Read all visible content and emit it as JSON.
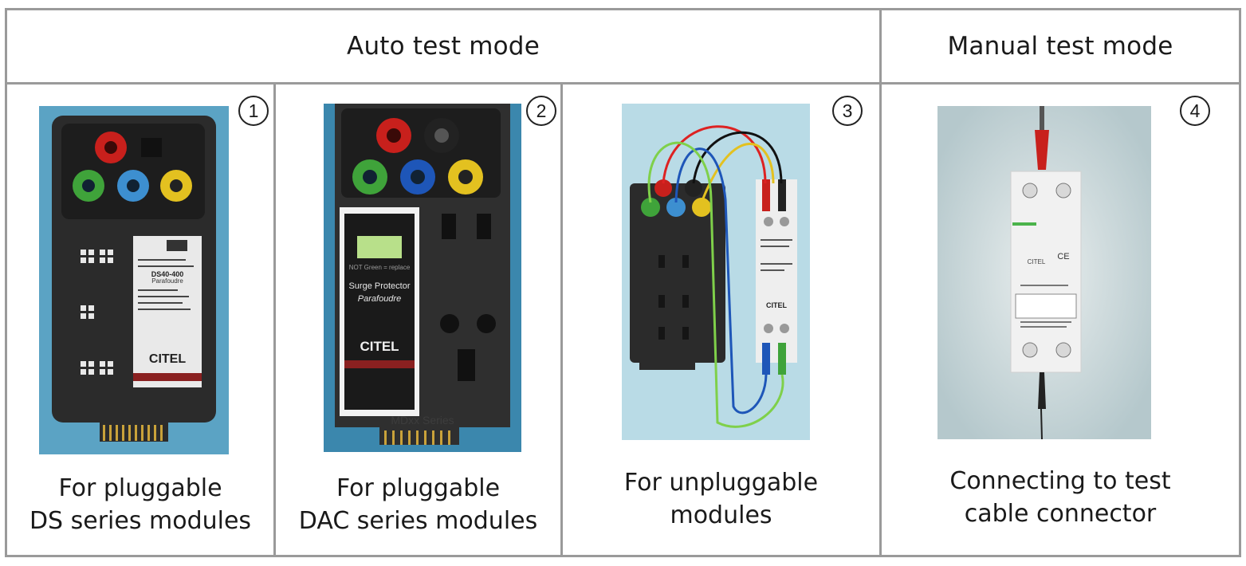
{
  "header": {
    "auto_label": "Auto test mode",
    "manual_label": "Manual test mode"
  },
  "cells": [
    {
      "number": "1",
      "caption_line1": "For pluggable",
      "caption_line2": "DS series modules",
      "device": {
        "label_model": "DS40-400",
        "label_text1": "Parafoudre",
        "label_brand": "CITEL"
      }
    },
    {
      "number": "2",
      "caption_line1": "For pluggable",
      "caption_line2": "DAC series modules",
      "device": {
        "label_line1": "Surge Protector",
        "label_line2": "Parafoudre",
        "label_brand": "CITEL",
        "label_note": "NOT Green = replace",
        "base_text": "MDxx Series"
      }
    },
    {
      "number": "3",
      "caption_line1": "For unpluggable",
      "caption_line2": "modules",
      "device": {
        "label_brand": "CITEL"
      }
    },
    {
      "number": "4",
      "caption_line1": "Connecting to test",
      "caption_line2": "cable connector",
      "device": {
        "label_brand": "CITEL",
        "label_mark": "CE"
      }
    }
  ],
  "colors": {
    "border": "#9a9a9a",
    "photo_bg": "#5ea5c5",
    "device": "#2a2a2a"
  }
}
